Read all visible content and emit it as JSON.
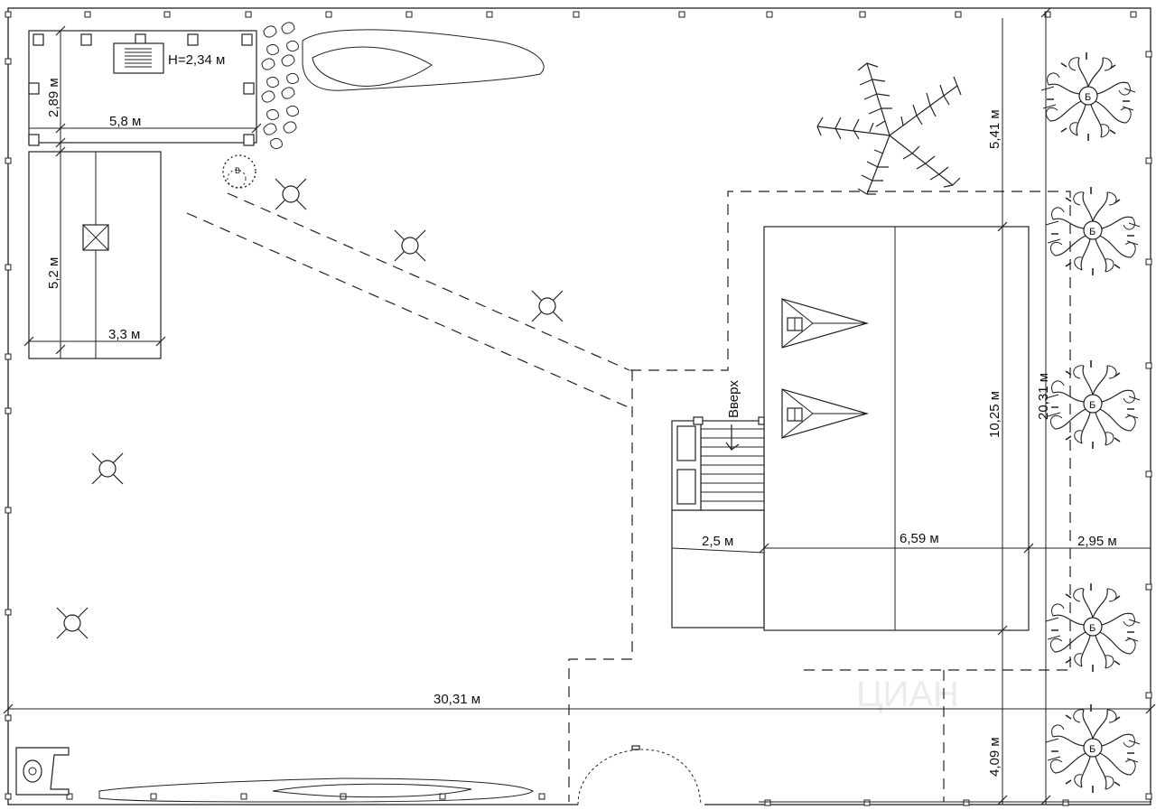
{
  "plan": {
    "labels": {
      "gazebo_height": "H=2,34 м",
      "gazebo_width": "5,8 м",
      "gazebo_depth": "2,89 м",
      "shed_length": "5,2 м",
      "shed_width": "3,3 м",
      "stairs_label": "Вверх",
      "porch_width": "2,5 м",
      "house_width": "6,59 м",
      "side_gap": "2,95 м",
      "house_length": "10,25 м",
      "plot_depth": "20,31 м",
      "top_gap": "5,41 м",
      "bottom_gap": "4,09 м",
      "plot_width": "30,31 м",
      "tree_letter_b": "Б",
      "tree_letter_v": "В"
    },
    "watermark": "ЦИАН"
  }
}
